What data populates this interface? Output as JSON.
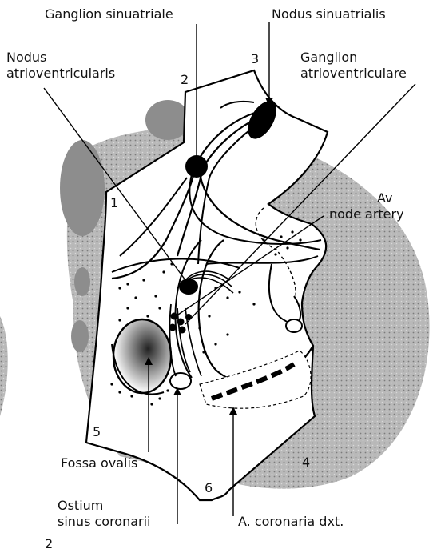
{
  "labels": {
    "ganglion_sinuatriale": "Ganglion sinuatriale",
    "nodus_sinuatrialis": "Nodus sinuatrialis",
    "nodus_atrioventricularis_1": "Nodus",
    "nodus_atrioventricularis_2": "atrioventricularis",
    "ganglion_atrioventriculare_1": "Ganglion",
    "ganglion_atrioventriculare_2": "atrioventriculare",
    "av_node_artery_1": "Av",
    "av_node_artery_2": "node artery",
    "fossa_ovalis": "Fossa ovalis",
    "ostium_1": "Ostium",
    "ostium_2": "sinus coronarii",
    "coronaria": "A. coronaria dxt."
  },
  "numbers": {
    "n1": "1",
    "n2_top": "2",
    "n3": "3",
    "n4": "4",
    "n5": "5",
    "n6": "6",
    "n2_bottom": "2"
  }
}
